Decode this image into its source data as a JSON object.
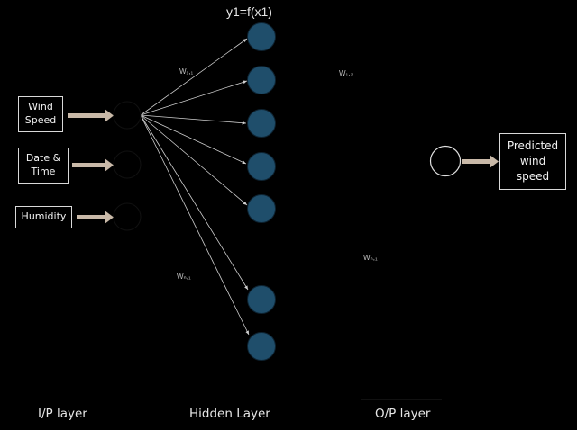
{
  "diagram": {
    "inputs": [
      {
        "label": "Wind\nSpeed"
      },
      {
        "label": "Date &\nTime"
      },
      {
        "label": "Humidity"
      }
    ],
    "hidden_formula": "y1=f(x1)",
    "output": {
      "label": "Predicted\nwind\nspeed"
    },
    "weights": {
      "w11": "W₁,₁",
      "w12": "W₁,₂",
      "wn1": "Wₙ,₁",
      "wn2": "Wₙ,₁"
    },
    "layers": {
      "input": "I/P layer",
      "hidden": "Hidden Layer",
      "output": "O/P layer"
    },
    "colors": {
      "background": "#000000",
      "hidden_node": "#1f4e6b",
      "arrow": "#c9b9a8",
      "box_border": "#d9d9d9"
    }
  }
}
